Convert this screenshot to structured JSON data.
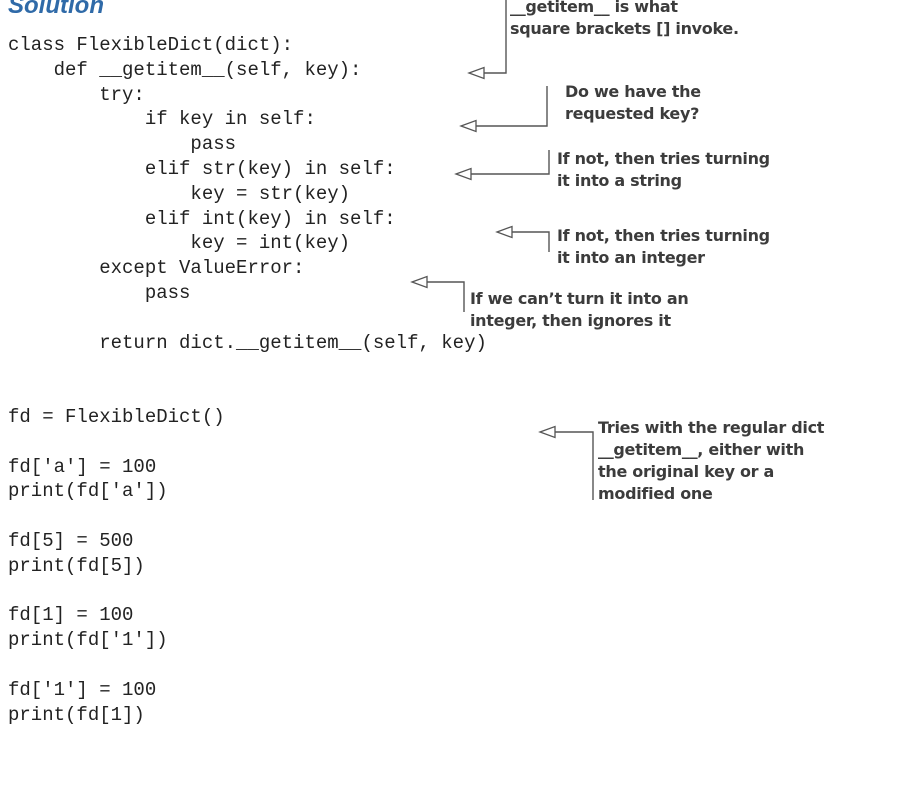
{
  "heading": "Solution",
  "code": [
    "class FlexibleDict(dict):",
    "    def __getitem__(self, key):",
    "        try:",
    "            if key in self:",
    "                pass",
    "            elif str(key) in self:",
    "                key = str(key)",
    "            elif int(key) in self:",
    "                key = int(key)",
    "        except ValueError:",
    "            pass",
    "",
    "        return dict.__getitem__(self, key)",
    "",
    "",
    "fd = FlexibleDict()",
    "",
    "fd['a'] = 100",
    "print(fd['a'])",
    "",
    "fd[5] = 500",
    "print(fd[5])",
    "",
    "fd[1] = 100",
    "print(fd['1'])",
    "",
    "fd['1'] = 100",
    "print(fd[1])"
  ],
  "annotations": [
    [
      "__getitem__ is what",
      "square brackets [] invoke."
    ],
    [
      "Do we have the",
      "requested key?"
    ],
    [
      "If not, then tries turning",
      "it into a string"
    ],
    [
      "If not, then tries turning",
      "it into an integer"
    ],
    [
      "If we can’t turn it into an",
      "integer, then ignores it"
    ],
    [
      "Tries with the regular dict",
      "__getitem__, either with",
      "the original key or a",
      "modified one"
    ]
  ]
}
